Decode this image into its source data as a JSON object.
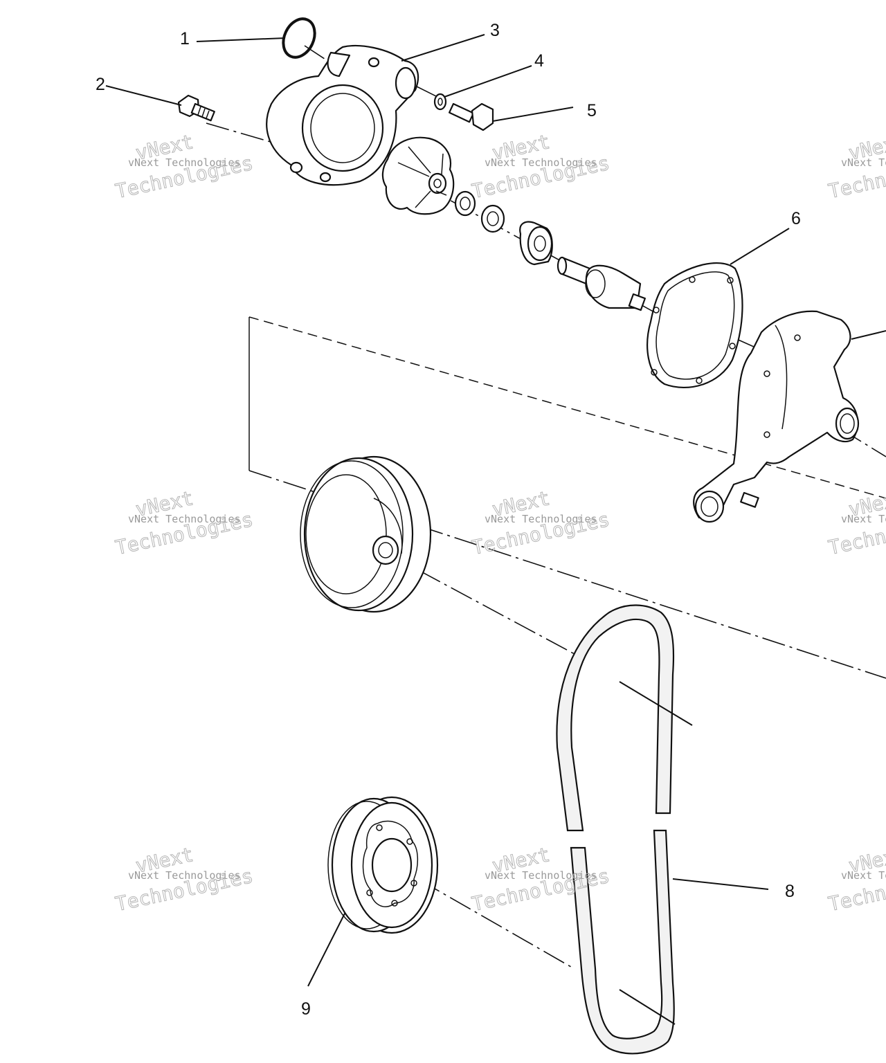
{
  "diagram": {
    "callouts": [
      "1",
      "2",
      "3",
      "4",
      "5",
      "6",
      "8",
      "9"
    ],
    "watermark": {
      "line1": "vNext Technologies",
      "line2": "Technologies",
      "overlay": "vNext"
    }
  }
}
